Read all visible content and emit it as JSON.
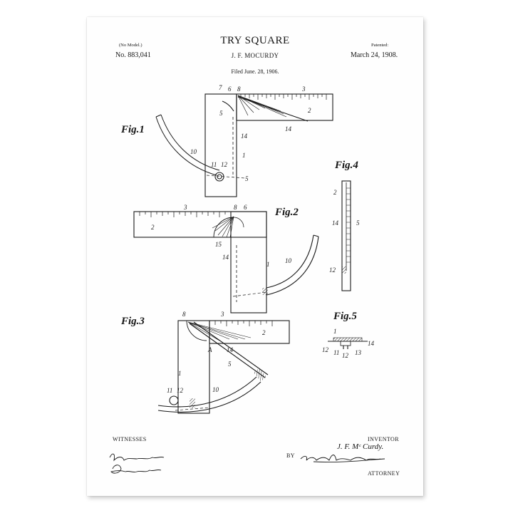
{
  "header": {
    "title": "TRY SQUARE",
    "no_model": "(No Model.)",
    "patented_label": "Patented:",
    "patent_number": "No. 883,041",
    "inventor_name": "J. F. MOCURDY",
    "patent_date": "March 24, 1908.",
    "filed": "Filed June. 28, 1906."
  },
  "figures": {
    "fig1": "Fig.1",
    "fig2": "Fig.2",
    "fig3": "Fig.3",
    "fig4": "Fig.4",
    "fig5": "Fig.5"
  },
  "footer": {
    "witnesses_label": "WITNESSES",
    "inventor_label": "INVENTOR",
    "inventor_signature": "J. F. Mᶜ Curdy.",
    "by_label": "BY",
    "attorney_label": "ATTORNEY"
  },
  "colors": {
    "ink": "#151515",
    "paper": "#fefefe"
  }
}
